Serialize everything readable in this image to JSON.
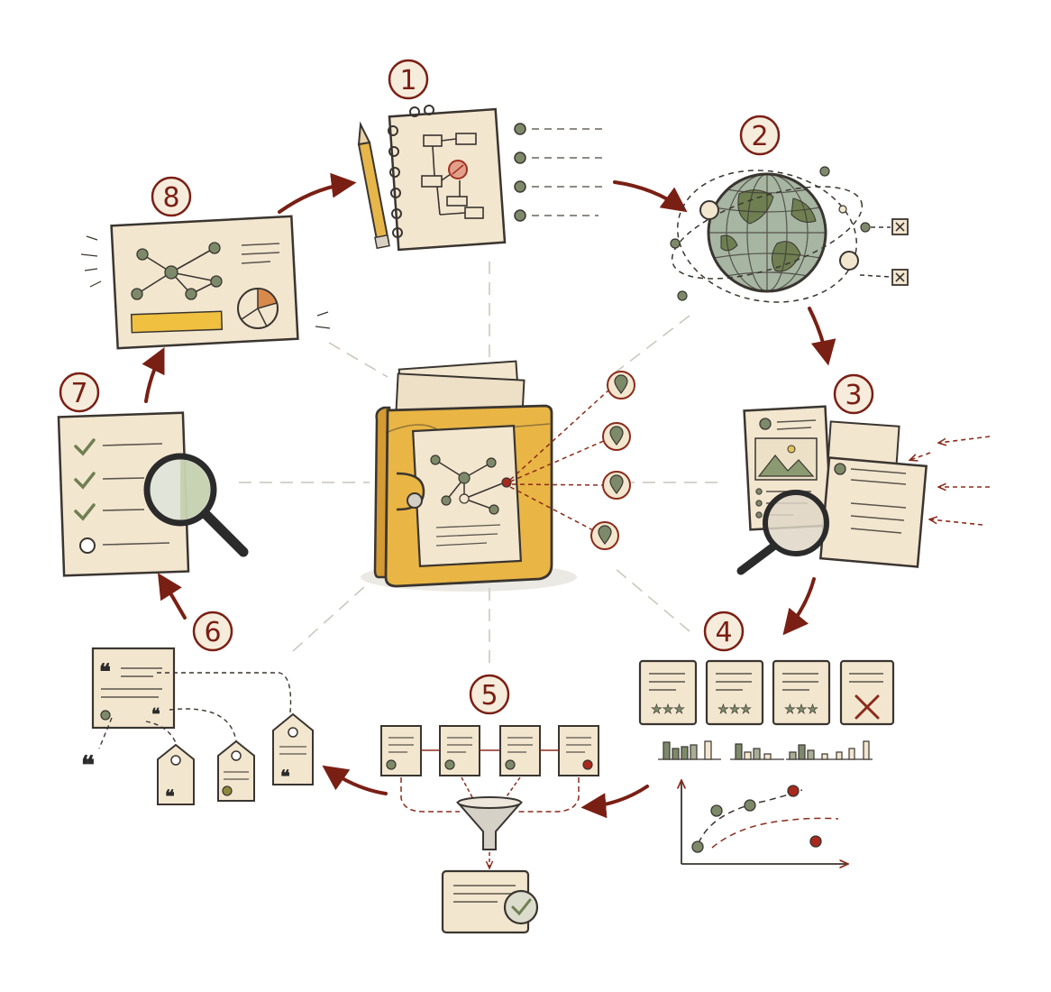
{
  "steps": [
    {
      "number": "1",
      "icon": "notebook-flowchart-icon"
    },
    {
      "number": "2",
      "icon": "globe-network-icon"
    },
    {
      "number": "3",
      "icon": "documents-magnifier-icon"
    },
    {
      "number": "4",
      "icon": "rated-cards-charts-icon"
    },
    {
      "number": "5",
      "icon": "pipeline-filter-icon"
    },
    {
      "number": "6",
      "icon": "quote-tags-icon"
    },
    {
      "number": "7",
      "icon": "checklist-magnifier-icon"
    },
    {
      "number": "8",
      "icon": "dashboard-report-icon"
    }
  ],
  "center": {
    "icon": "folder-network-icon"
  },
  "quote_mark": "❝",
  "colors": {
    "accent": "#7a1f14",
    "paper": "#f3e6cf",
    "folder": "#e9b544",
    "ink": "#3a3530",
    "node": "#7d8a6a",
    "dash_line": "#b7b1a6",
    "highlight": "#f0c040"
  }
}
